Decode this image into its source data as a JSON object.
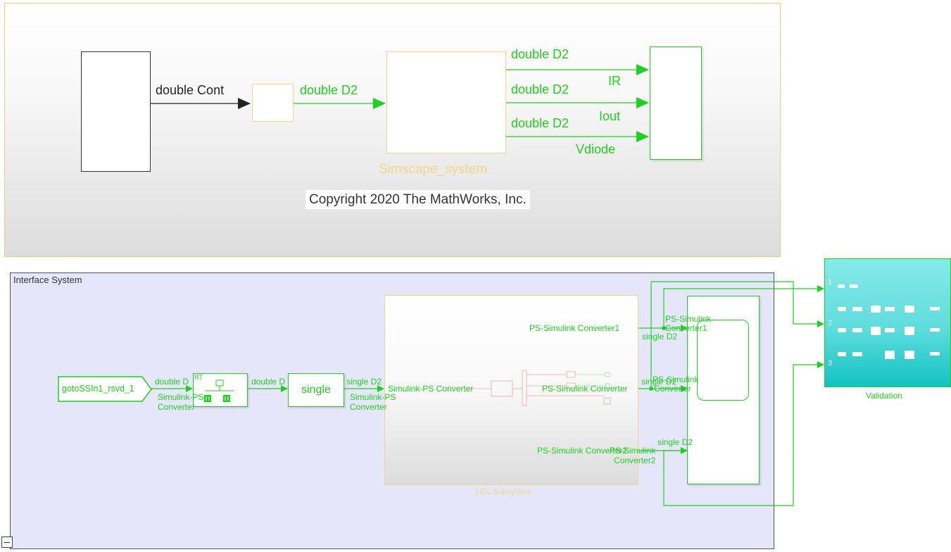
{
  "top_system": {
    "signals": {
      "cont": "double Cont",
      "d2_a": "double D2",
      "out1": "double D2",
      "out2": "double D2",
      "out3": "double D2"
    },
    "subsystem_label": "Simscape_system",
    "ports": {
      "ir": "IR",
      "iout": "Iout",
      "vdiode": "Vdiode"
    },
    "copyright": "Copyright 2020 The MathWorks, Inc."
  },
  "interface_system": {
    "title": "Interface System",
    "goto_label": "gotoSSIn1_rsvd_1",
    "double_d_label": "double D",
    "rt_label": "RT",
    "sim_ps_label_a": "Simulink-PS",
    "converter_label_a": "Converter",
    "double_d_label2": "double D",
    "single_block": "single",
    "single_d2_a": "single D2",
    "sim_ps_label_b": "Simulink-PS",
    "converter_label_b": "Converter",
    "hdl": {
      "in_port": "Simulink-PS Converter",
      "out_port1": "PS-Simulink Converter1",
      "out_port2": "PS-Simulink Converter",
      "out_port3": "PS-Simulink Converter2",
      "label": "HDL Subsystem"
    },
    "out_labels": {
      "ps_simulink_1a": "PS-Simulink",
      "converter1": "Converter1",
      "single_d2_1": "single D2",
      "single_d2_2": "single D2",
      "ps_simulink_2a": "PS-Simulink",
      "converter2_mid": "Converter",
      "single_d2_3": "single D2",
      "ps_simulink_3a": "PS-Simulink",
      "converter2": "Converter2"
    }
  },
  "validation": {
    "label": "Validation",
    "ports": [
      "1",
      "2",
      "3"
    ]
  },
  "colors": {
    "signal_green": "#1fd11f",
    "area_yellow": "#e5cf7a",
    "interface_bg": "#e6e6fa",
    "validation_teal": "#5fdcdc"
  }
}
